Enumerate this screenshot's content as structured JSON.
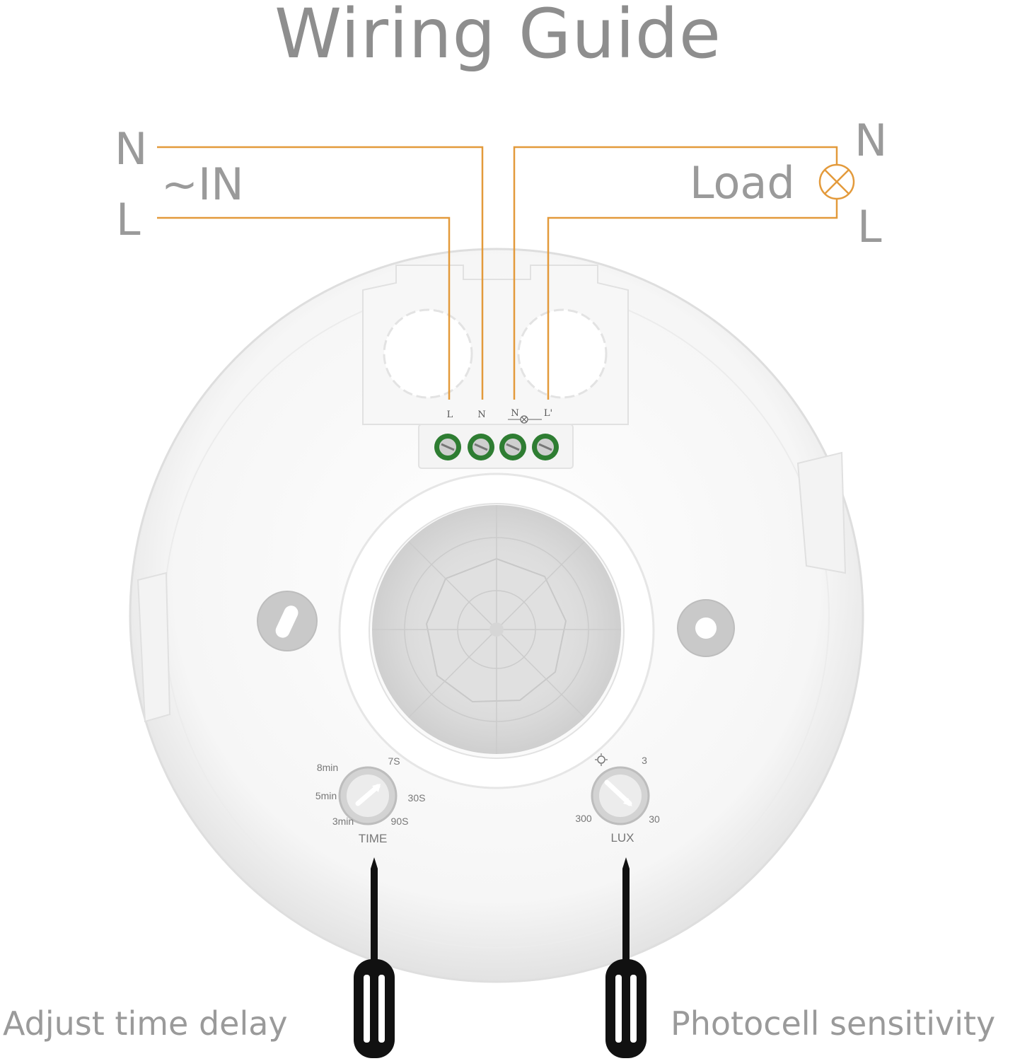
{
  "title": "Wiring Guide",
  "labels": {
    "in_n": "N",
    "in_label": "~IN",
    "in_l": "L",
    "load_n": "N",
    "load_label": "Load",
    "load_l": "L"
  },
  "terminals": {
    "t1": "L",
    "t2": "N",
    "t3": "N",
    "t4": "L'"
  },
  "time_dial": {
    "title": "TIME",
    "marks": [
      "8min",
      "7S",
      "5min",
      "30S",
      "3min",
      "90S"
    ]
  },
  "lux_dial": {
    "title": "LUX",
    "marks": [
      "3",
      "300",
      "30"
    ]
  },
  "captions": {
    "left": "Adjust time delay",
    "right": "Photocell sensitivity"
  },
  "colors": {
    "wire": "#e39a3b",
    "text": "#9a9a9a",
    "terminal": "#2e7d32"
  },
  "icons": [
    "lamp-icon",
    "screwdriver-icon",
    "screwdriver-icon"
  ]
}
